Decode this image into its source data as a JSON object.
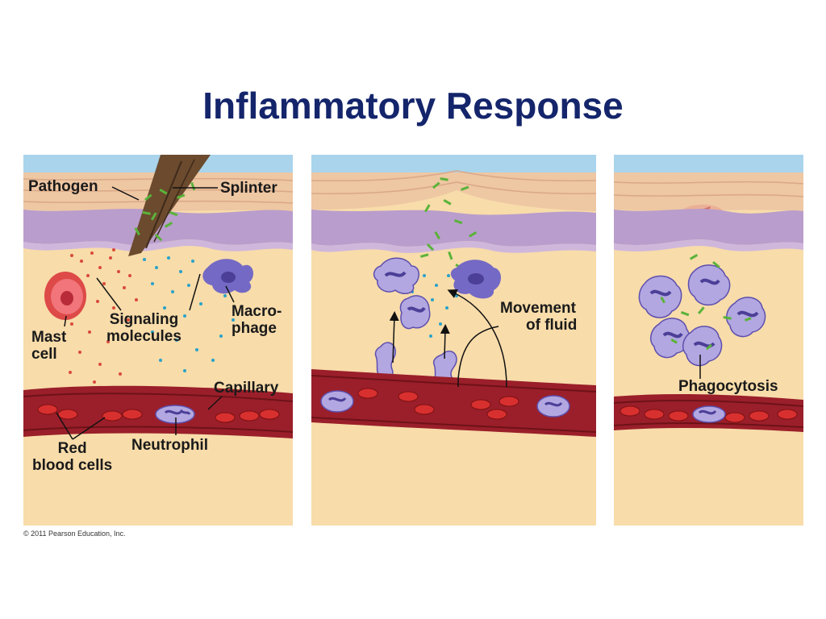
{
  "title": "Inflammatory Response",
  "labels": {
    "pathogen": "Pathogen",
    "splinter": "Splinter",
    "macrophage_1": "Macro-",
    "macrophage_2": "phage",
    "signaling_1": "Signaling",
    "signaling_2": "molecules",
    "mast_1": "Mast",
    "mast_2": "cell",
    "capillary": "Capillary",
    "red_1": "Red",
    "red_2": "blood cells",
    "neutrophil": "Neutrophil",
    "fluid_1": "Movement",
    "fluid_2": "of fluid",
    "phagocytosis": "Phagocytosis"
  },
  "copyright": "© 2011 Pearson Education, Inc.",
  "colors": {
    "title": "#14256b",
    "tissue": "#f7d9a6",
    "epidermis": "#e9c3a0",
    "dermis_purple": "#b49bc9",
    "blood_vessel": "#9a1f2a",
    "red_blood_cell": "#d8302f",
    "immune_cell": "#9a8bd0",
    "pathogen": "#5ab33a",
    "signal_red": "#d94a3a",
    "signal_blue": "#2aa2c8"
  }
}
